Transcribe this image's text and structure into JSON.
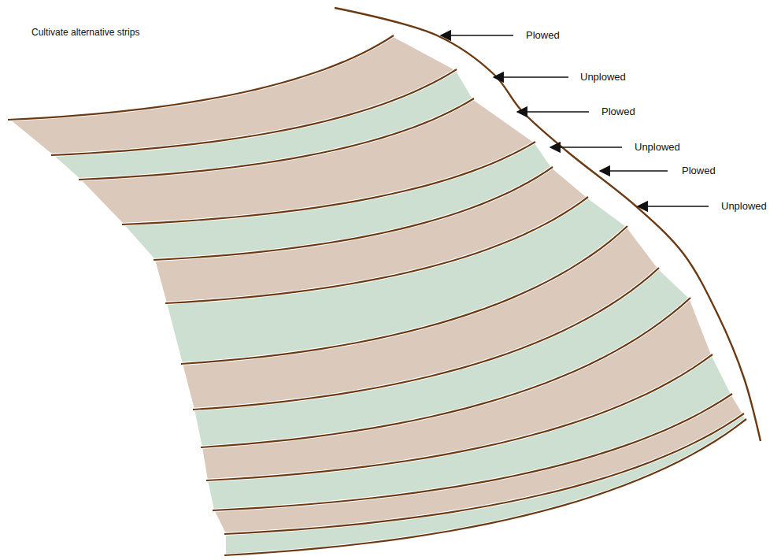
{
  "diagram": {
    "title": "Cultivate alternative strips",
    "labels": [
      "Plowed",
      "Unplowed",
      "Plowed",
      "Unplowed",
      "Plowed",
      "Unplowed"
    ]
  }
}
